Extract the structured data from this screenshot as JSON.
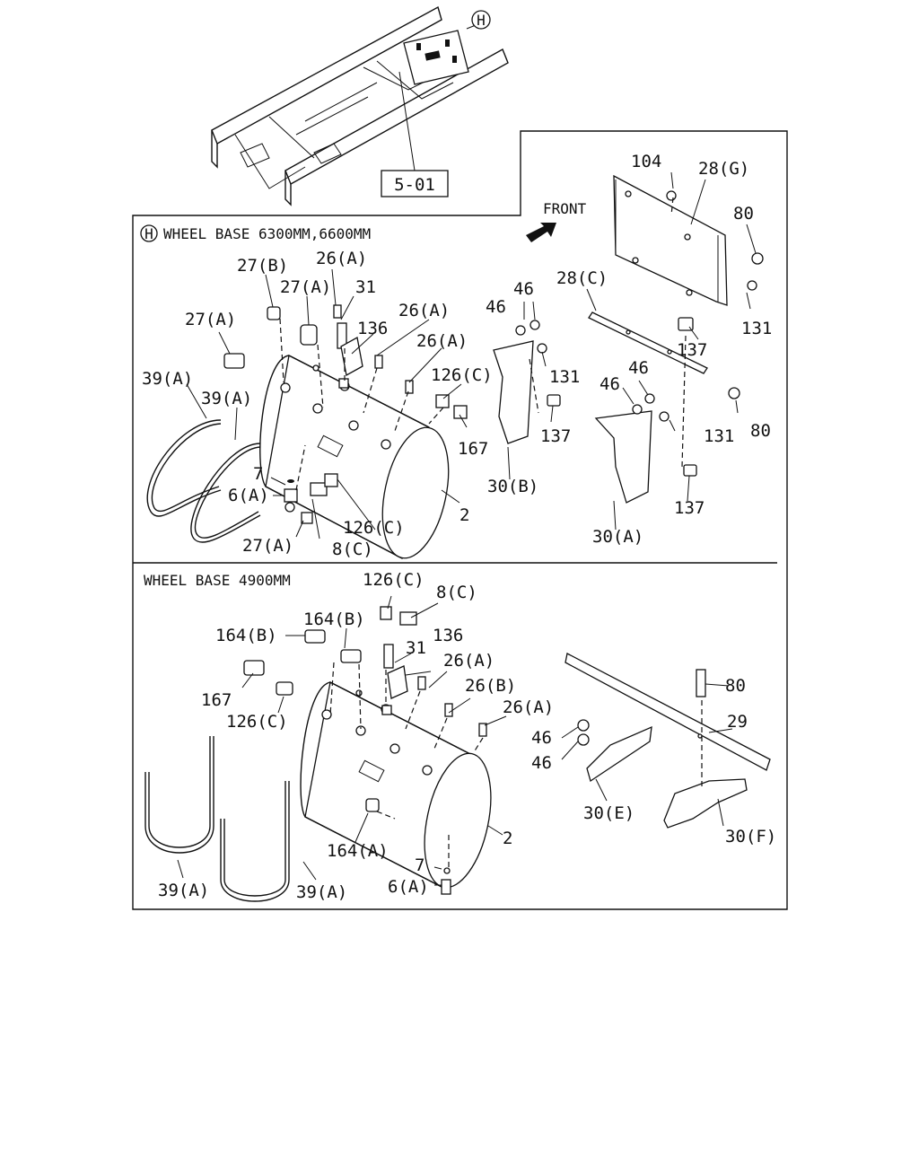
{
  "ref_box": "5-01",
  "callout_circle": "H",
  "front_label": "FRONT",
  "panel_upper": {
    "circle": "H",
    "title": "WHEEL BASE 6300MM,6600MM"
  },
  "panel_lower": {
    "title": "WHEEL BASE 4900MM"
  },
  "upper_labels": {
    "l104": "104",
    "l28g": "28(G)",
    "l80a": "80",
    "l131a": "131",
    "l137a": "137",
    "l28c": "28(C)",
    "l46a": "46",
    "l46b": "46",
    "l131b": "131",
    "l137b": "137",
    "l30b": "30(B)",
    "l46c": "46",
    "l46d": "46",
    "l131c": "131",
    "l80b": "80",
    "l137c": "137",
    "l30a": "30(A)",
    "l27b": "27(B)",
    "l26a1": "26(A)",
    "l27a1": "27(A)",
    "l31": "31",
    "l27a2": "27(A)",
    "l136": "136",
    "l26a2": "26(A)",
    "l26a3": "26(A)",
    "l39a1": "39(A)",
    "l39a2": "39(A)",
    "l126c1": "126(C)",
    "l167": "167",
    "l7": "7",
    "l6a": "6(A)",
    "l126c2": "126(C)",
    "l2": "2",
    "l27a3": "27(A)",
    "l8c": "8(C)"
  },
  "lower_labels": {
    "l126c1": "126(C)",
    "l8c": "8(C)",
    "l164b1": "164(B)",
    "l164b2": "164(B)",
    "l31": "31",
    "l136": "136",
    "l26a1": "26(A)",
    "l26b": "26(B)",
    "l26a2": "26(A)",
    "l167": "167",
    "l126c2": "126(C)",
    "l80": "80",
    "l29": "29",
    "l46a": "46",
    "l46b": "46",
    "l30e": "30(E)",
    "l30f": "30(F)",
    "l2": "2",
    "l164a": "164(A)",
    "l7": "7",
    "l6a": "6(A)",
    "l39a1": "39(A)",
    "l39a2": "39(A)"
  }
}
